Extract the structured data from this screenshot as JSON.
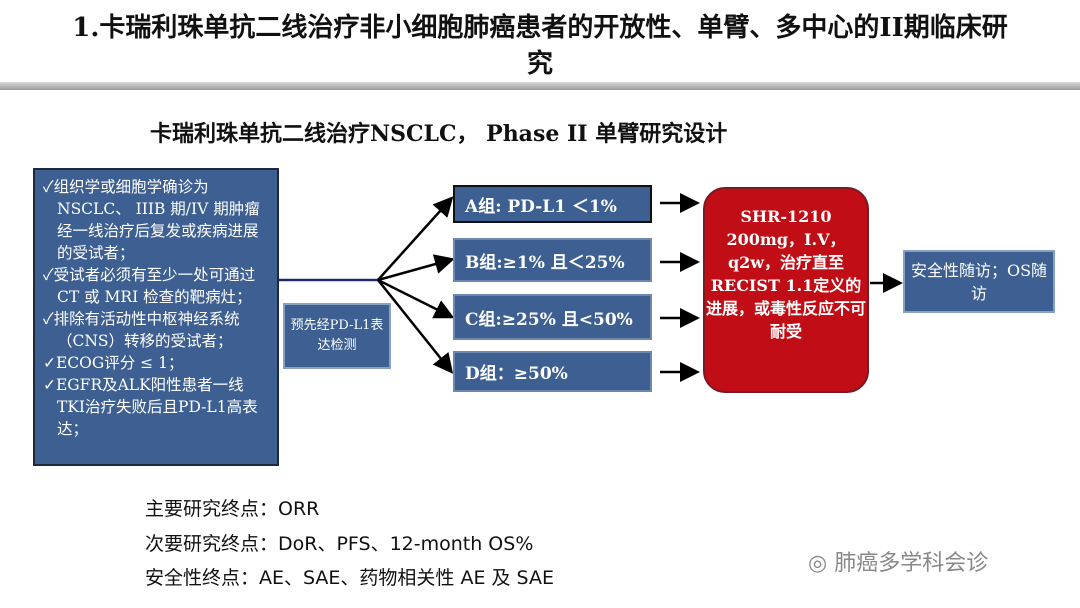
{
  "title": "1.卡瑞利珠单抗二线治疗非小细胞肺癌患者的开放性、单臂、多中心的II期临床研究",
  "subtitle": "卡瑞利珠单抗二线治疗NSCLC， Phase II 单臂研究设计",
  "criteria": [
    "✓组织学或细胞学确诊为NSCLC、 IIIB 期/IV 期肿瘤经一线治疗后复发或疾病进展的受试者；",
    "✓受试者必须有至少一处可通过 CT 或 MRI 检查的靶病灶；",
    "✓排除有活动性中枢神经系统（CNS）转移的受试者；",
    "✓ECOG评分 ≤ 1；",
    "✓EGFR及ALK阳性患者一线TKI治疗失败后且PD-L1高表达；"
  ],
  "pre_test": "预先经PD-L1表达检测",
  "groups": [
    "A组: PD-L1 ＜1%",
    "B组:≥1% 且＜25%",
    "C组:≥25% 且<50%",
    "D组：≥50%"
  ],
  "treatment": "SHR-1210 200mg，I.V，q2w，治疗直至RECIST 1.1定义的进展，或毒性反应不可耐受",
  "followup": "安全性随访；OS随访",
  "endpoints": [
    "主要研究终点：ORR",
    "次要研究终点：DoR、PFS、12-month OS%",
    "安全性终点：AE、SAE、药物相关性 AE 及 SAE"
  ],
  "watermark": "肺癌多学科会诊"
}
